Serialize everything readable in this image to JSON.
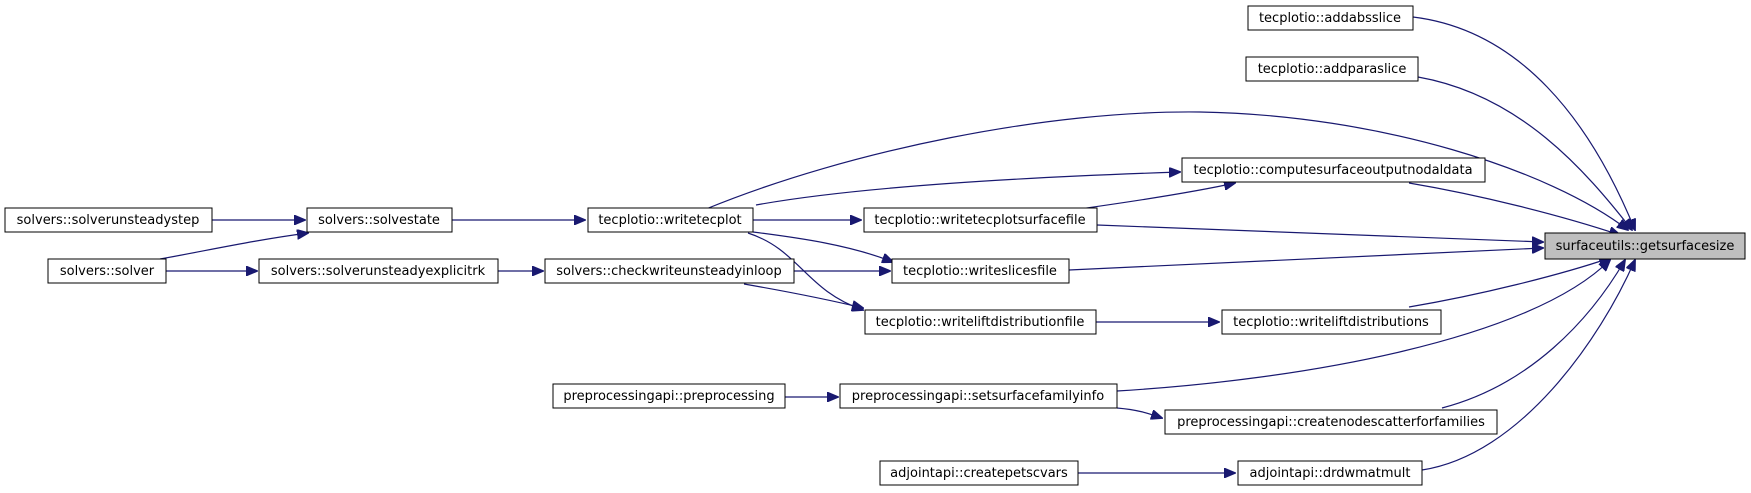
{
  "diagram": {
    "type": "call-graph",
    "colors": {
      "edge": "#191970",
      "root_fill": "#bfbfbf",
      "node_fill": "#ffffff",
      "node_border": "#000000"
    },
    "nodes": [
      {
        "id": "getsurfacesize",
        "label": "surfaceutils::getsurfacesize",
        "root": true
      },
      {
        "id": "addabsslice",
        "label": "tecplotio::addabsslice"
      },
      {
        "id": "addparaslice",
        "label": "tecplotio::addparaslice"
      },
      {
        "id": "computesurfaceoutputnodaldata",
        "label": "tecplotio::computesurfaceoutputnodaldata"
      },
      {
        "id": "writetecplot",
        "label": "tecplotio::writetecplot"
      },
      {
        "id": "writetecplotsurfacefile",
        "label": "tecplotio::writetecplotsurfacefile"
      },
      {
        "id": "writeslicesfile",
        "label": "tecplotio::writeslicesfile"
      },
      {
        "id": "writeliftdistributionfile",
        "label": "tecplotio::writeliftdistributionfile"
      },
      {
        "id": "writeliftdistributions",
        "label": "tecplotio::writeliftdistributions"
      },
      {
        "id": "setsurfacefamilyinfo",
        "label": "preprocessingapi::setsurfacefamilyinfo"
      },
      {
        "id": "createnodescatterforfamilies",
        "label": "preprocessingapi::createnodescatterforfamilies"
      },
      {
        "id": "preprocessing",
        "label": "preprocessingapi::preprocessing"
      },
      {
        "id": "drdwmatmult",
        "label": "adjointapi::drdwmatmult"
      },
      {
        "id": "createpetscvars",
        "label": "adjointapi::createpetscvars"
      },
      {
        "id": "solvestate",
        "label": "solvers::solvestate"
      },
      {
        "id": "solverunsteadystep",
        "label": "solvers::solverunsteadystep"
      },
      {
        "id": "solver",
        "label": "solvers::solver"
      },
      {
        "id": "solverunsteadyexplicitrk",
        "label": "solvers::solverunsteadyexplicitrk"
      },
      {
        "id": "checkwriteunsteadyinloop",
        "label": "solvers::checkwriteunsteadyinloop"
      }
    ],
    "edges": [
      {
        "from": "addabsslice",
        "to": "getsurfacesize"
      },
      {
        "from": "addparaslice",
        "to": "getsurfacesize"
      },
      {
        "from": "writetecplot",
        "to": "getsurfacesize"
      },
      {
        "from": "computesurfaceoutputnodaldata",
        "to": "getsurfacesize"
      },
      {
        "from": "writetecplotsurfacefile",
        "to": "getsurfacesize"
      },
      {
        "from": "writeslicesfile",
        "to": "getsurfacesize"
      },
      {
        "from": "writeliftdistributions",
        "to": "getsurfacesize"
      },
      {
        "from": "setsurfacefamilyinfo",
        "to": "getsurfacesize"
      },
      {
        "from": "createnodescatterforfamilies",
        "to": "getsurfacesize"
      },
      {
        "from": "drdwmatmult",
        "to": "getsurfacesize"
      },
      {
        "from": "writetecplot",
        "to": "computesurfaceoutputnodaldata"
      },
      {
        "from": "writetecplotsurfacefile",
        "to": "computesurfaceoutputnodaldata"
      },
      {
        "from": "writetecplot",
        "to": "writetecplotsurfacefile"
      },
      {
        "from": "writetecplot",
        "to": "writeslicesfile"
      },
      {
        "from": "checkwriteunsteadyinloop",
        "to": "writeslicesfile"
      },
      {
        "from": "writetecplot",
        "to": "writeliftdistributionfile"
      },
      {
        "from": "checkwriteunsteadyinloop",
        "to": "writeliftdistributionfile"
      },
      {
        "from": "writeliftdistributionfile",
        "to": "writeliftdistributions"
      },
      {
        "from": "solvestate",
        "to": "writetecplot"
      },
      {
        "from": "solverunsteadystep",
        "to": "solvestate"
      },
      {
        "from": "solver",
        "to": "solvestate"
      },
      {
        "from": "solver",
        "to": "solverunsteadyexplicitrk"
      },
      {
        "from": "solverunsteadyexplicitrk",
        "to": "checkwriteunsteadyinloop"
      },
      {
        "from": "preprocessing",
        "to": "setsurfacefamilyinfo"
      },
      {
        "from": "setsurfacefamilyinfo",
        "to": "createnodescatterforfamilies"
      },
      {
        "from": "createpetscvars",
        "to": "drdwmatmult"
      }
    ]
  }
}
